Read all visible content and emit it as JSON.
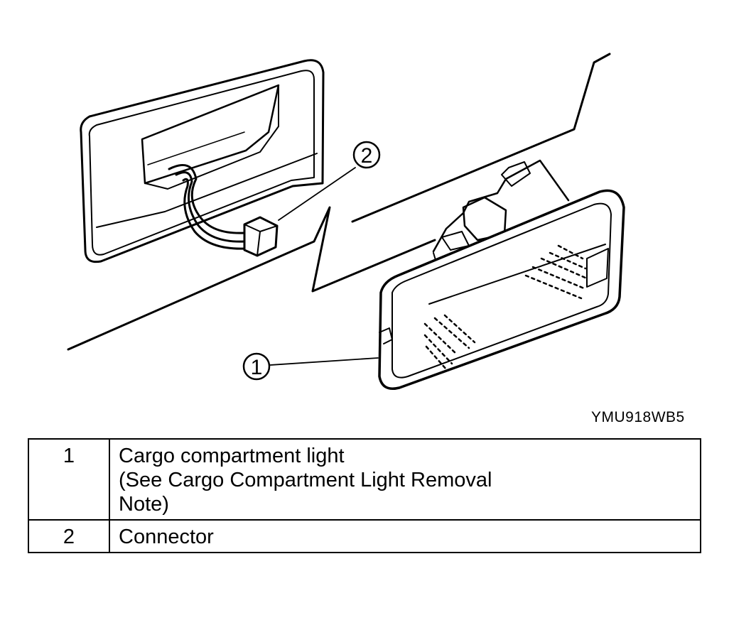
{
  "figure": {
    "code": "YMU918WB5",
    "callouts": [
      {
        "number": "1",
        "target": "cargo-compartment-light"
      },
      {
        "number": "2",
        "target": "connector"
      }
    ]
  },
  "legend": {
    "rows": [
      {
        "number": "1",
        "lines": [
          "Cargo compartment light",
          "(See Cargo Compartment Light Removal",
          "Note)"
        ]
      },
      {
        "number": "2",
        "lines": [
          "Connector"
        ]
      }
    ]
  }
}
